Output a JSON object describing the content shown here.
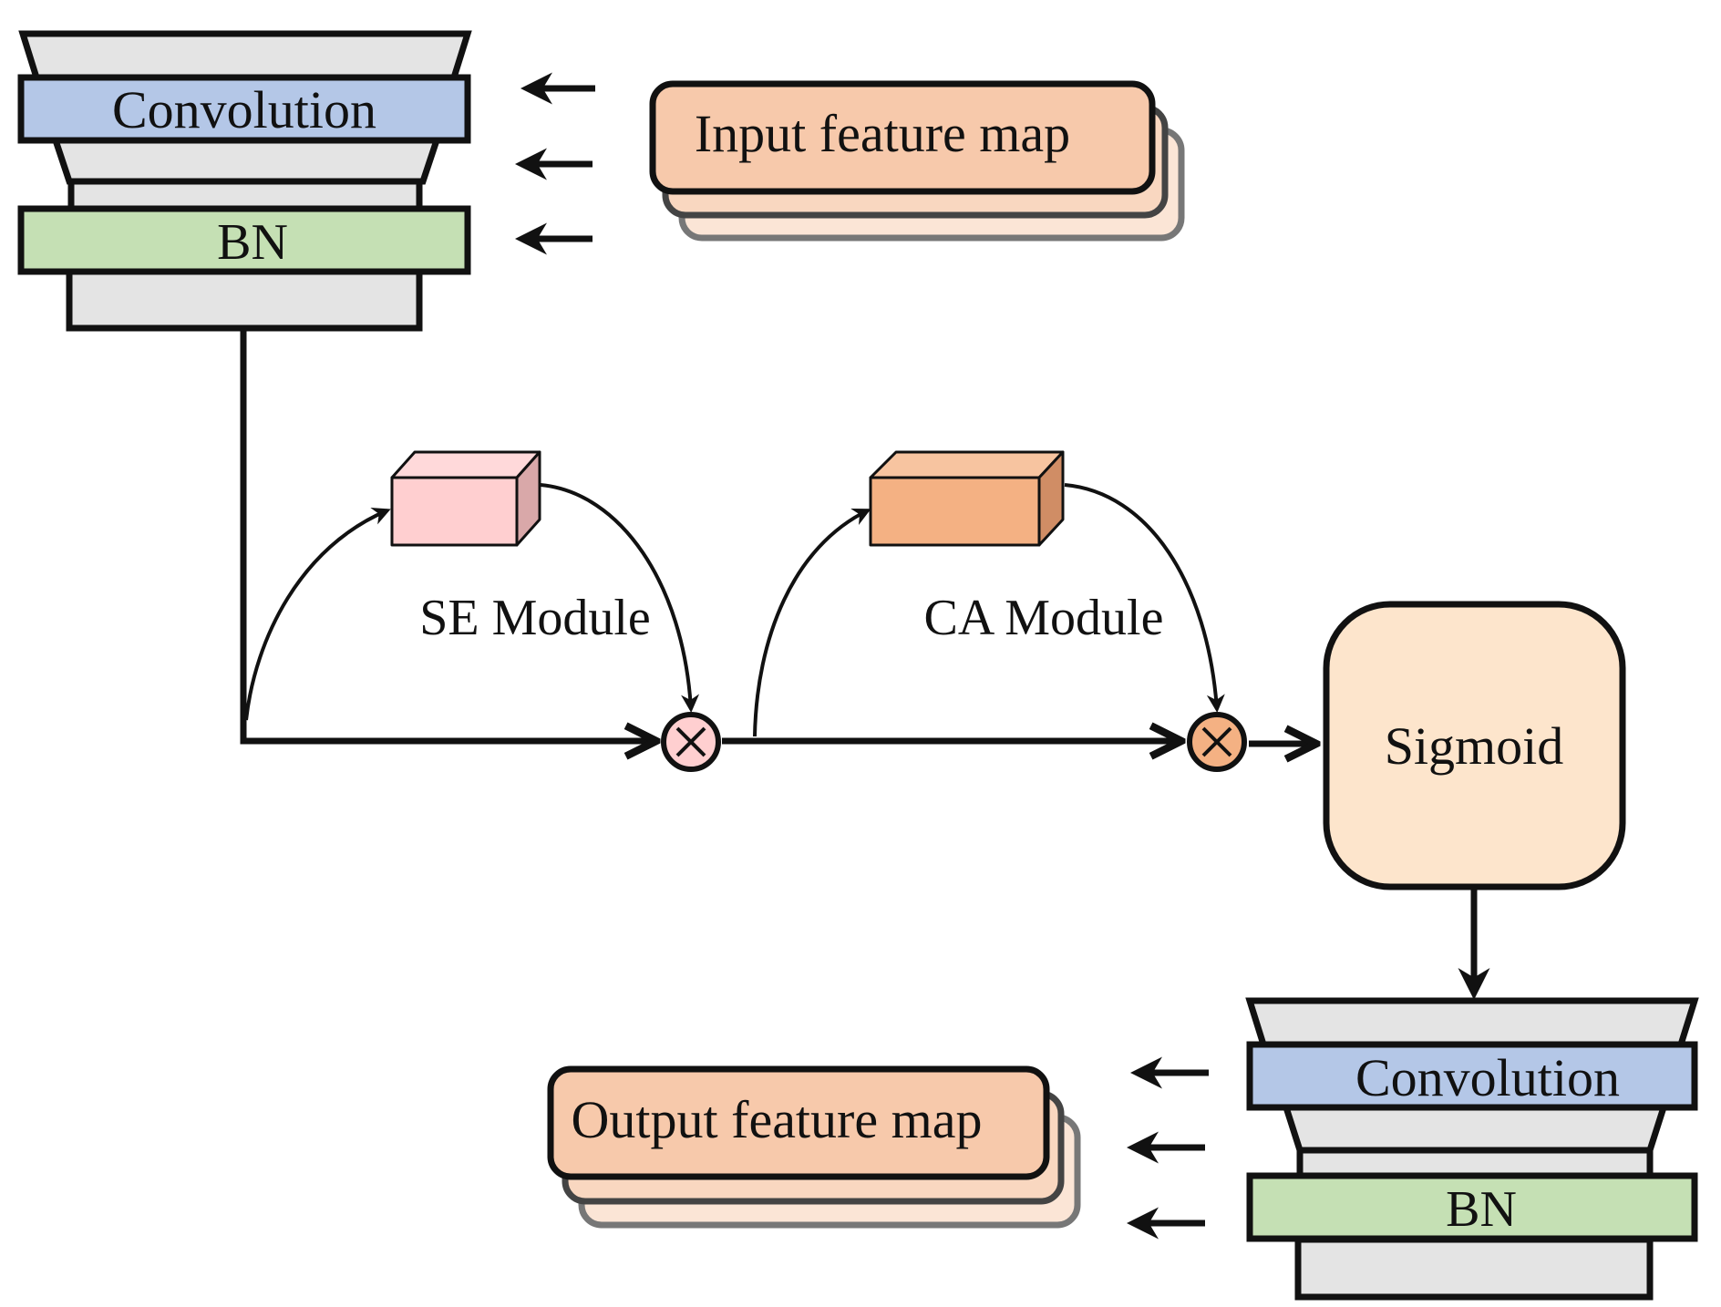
{
  "top_stack": {
    "conv_label": "Convolution",
    "bn_label": "BN"
  },
  "input_map": {
    "label": "Input feature map"
  },
  "se_module": {
    "label": "SE Module"
  },
  "ca_module": {
    "label": "CA Module"
  },
  "sigmoid": {
    "label": "Sigmoid"
  },
  "bottom_stack": {
    "conv_label": "Convolution",
    "bn_label": "BN"
  },
  "output_map": {
    "label": "Output feature map"
  },
  "colors": {
    "stroke": "#111111",
    "layer_gray": "#e4e4e4",
    "conv_blue": "#b4c7e7",
    "bn_green": "#c5e0b4",
    "feature_map_front": "#f7c9ab",
    "feature_map_middle": "#f9d7c0",
    "feature_map_back": "#fbe5d6",
    "se_block_front": "#ffcfd0",
    "se_block_side": "#d9a8a9",
    "ca_block_front": "#f4b183",
    "ca_block_side": "#d08d65",
    "sigmoid_fill": "#fde5cc",
    "mult_se": "#ffcfd0",
    "mult_ca": "#f4b183"
  }
}
